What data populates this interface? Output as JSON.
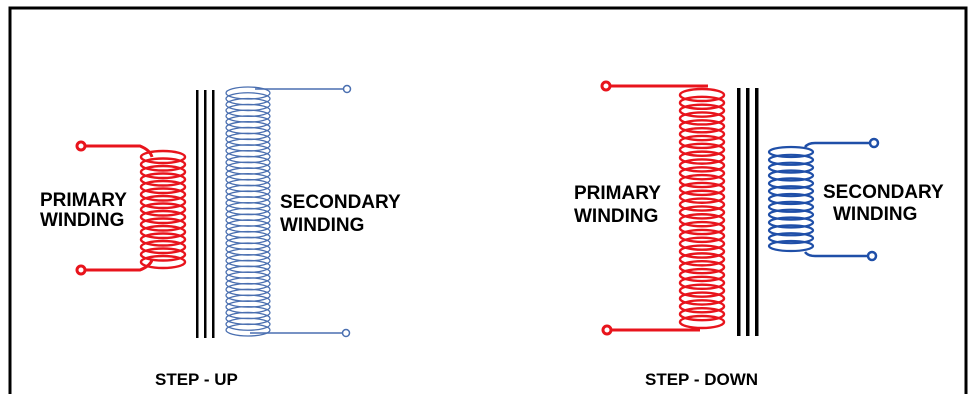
{
  "colors": {
    "primary_coil": "#e8141c",
    "secondary_coil_light": "#4a6fb0",
    "secondary_coil_dark": "#1f4fa8",
    "core": "#000000",
    "frame": "#000000"
  },
  "step_up": {
    "caption": "STEP - UP",
    "primary_label_line1": "PRIMARY",
    "primary_label_line2": "WINDING",
    "secondary_label_line1": "SECONDARY",
    "secondary_label_line2": "WINDING"
  },
  "step_down": {
    "caption": "STEP - DOWN",
    "primary_label_line1": "PRIMARY",
    "primary_label_line2": "WINDING",
    "secondary_label_line1": "SECONDARY",
    "secondary_label_line2": "WINDING"
  }
}
